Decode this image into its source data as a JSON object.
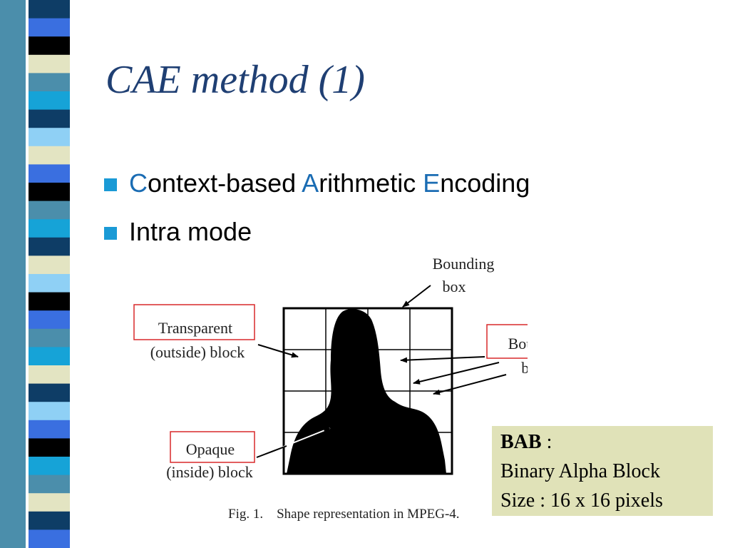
{
  "slide": {
    "title": "CAE method (1)",
    "bullets": [
      {
        "parts": [
          {
            "text": "C",
            "highlight": true
          },
          {
            "text": "ontext-based ",
            "highlight": false
          },
          {
            "text": "A",
            "highlight": true
          },
          {
            "text": "rithmetic ",
            "highlight": false
          },
          {
            "text": "E",
            "highlight": true
          },
          {
            "text": "ncoding",
            "highlight": false
          }
        ]
      },
      {
        "parts": [
          {
            "text": "Intra mode",
            "highlight": false
          }
        ]
      }
    ],
    "colors": {
      "title": "#1f3f73",
      "highlight": "#1a6cb3",
      "bullet": "#1a9ad6",
      "bab_background": "#e0e2b8",
      "label_border": "#d9292a",
      "stripe_palette": [
        "#4b8eab",
        "#0e3d66",
        "#3a6fe0",
        "#000000",
        "#e3e4c2",
        "#16a3d7",
        "#8fd0f5"
      ]
    }
  },
  "figure": {
    "labels": {
      "bounding_line1": "Bounding",
      "bounding_line2": "box",
      "transparent_line1": "Transparent",
      "transparent_line2": "(outside) block",
      "boundary_line1": "Boundary",
      "boundary_line2": "blocks",
      "opaque_line1": "Opaque",
      "opaque_line2": "(inside) block",
      "caption": "Fig. 1.    Shape representation in MPEG-4."
    }
  },
  "bab": {
    "term": "BAB",
    "separator": " :",
    "definition": "Binary Alpha Block",
    "size": "Size : 16 x 16 pixels"
  }
}
